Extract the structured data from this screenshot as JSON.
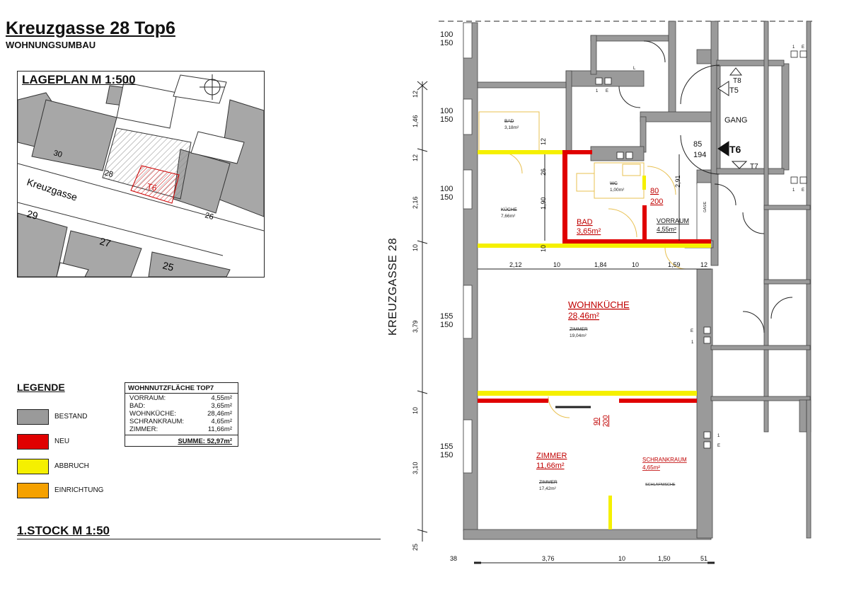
{
  "header": {
    "title": "Kreuzgasse 28 Top6",
    "subtitle": "WOHNUNGSUMBAU"
  },
  "site_plan": {
    "title": "LAGEPLAN  M 1:500",
    "street": "Kreuzgasse",
    "unit": "T6",
    "numbers": [
      "30",
      "28",
      "29",
      "27",
      "26",
      "25"
    ]
  },
  "legend": {
    "title": "LEGENDE",
    "items": [
      {
        "label": "BESTAND",
        "color": "#9a9a9a"
      },
      {
        "label": "NEU",
        "color": "#e00000"
      },
      {
        "label": "ABBRUCH",
        "color": "#f5f000"
      },
      {
        "label": "EINRICHTUNG",
        "color": "#f5a100"
      }
    ]
  },
  "area_table": {
    "title": "WOHNNUTZFLÄCHE TOP7",
    "rows": [
      {
        "name": "VORRAUM:",
        "value": "4,55m²"
      },
      {
        "name": "BAD:",
        "value": "3,65m²"
      },
      {
        "name": "WOHNKÜCHE:",
        "value": "28,46m²"
      },
      {
        "name": "SCHRANKRAUM:",
        "value": "4,65m²"
      },
      {
        "name": "ZIMMER:",
        "value": "11,66m²"
      }
    ],
    "sum": "SUMME:  52,97m²"
  },
  "floor": {
    "title": "1.STOCK  M 1:50",
    "street": "KREUZGASSE 28"
  },
  "rooms": {
    "bad_old": "BAD",
    "bad_old_area": "3,18m²",
    "kueche_old": "KÜCHE",
    "kueche_old_area": "7,66m²",
    "wc": "WC",
    "wc_area": "1,00m²",
    "bad_new": "BAD",
    "bad_new_area": "3,65m²",
    "vorraum": "VORRAUM",
    "vorraum_area": "4,55m²",
    "wohnkueche": "WOHNKÜCHE",
    "wohnkueche_area": "28,46m²",
    "zimmer_old": "ZIMMER",
    "zimmer_old_area": "19,04m²",
    "zimmer": "ZIMMER",
    "zimmer_area": "11,66m²",
    "zimmer_old2": "ZIMMER",
    "zimmer_old2_area": "17,42m²",
    "schrankraum": "SCHRANKRAUM",
    "schrankraum_area": "4,65m²",
    "schlafnische": "SCHLAFNISCHE",
    "gang": "GANG",
    "gas": "GAS/E"
  },
  "doors": {
    "t8": "T8",
    "t5": "T5",
    "t6": "T6",
    "t7": "T7",
    "d_85": "85",
    "d_194": "194",
    "d_80": "80",
    "d_200": "200",
    "d_90": "90",
    "d_200b": "200"
  },
  "dims": {
    "left": [
      "12",
      "1,46",
      "12",
      "2,16",
      "10",
      "3,79",
      "10",
      "3,10",
      "25"
    ],
    "windows": [
      "100",
      "150",
      "100",
      "150",
      "100",
      "150",
      "155",
      "150",
      "155",
      "150"
    ],
    "row": [
      "2,12",
      "10",
      "1,84",
      "10",
      "1,59",
      "12"
    ],
    "vert": [
      "12",
      "26",
      "1,90",
      "10",
      "2,91"
    ],
    "bottom": [
      "38",
      "3,76",
      "10",
      "1,50",
      "51"
    ],
    "marks": [
      "1",
      "E",
      "L"
    ]
  }
}
